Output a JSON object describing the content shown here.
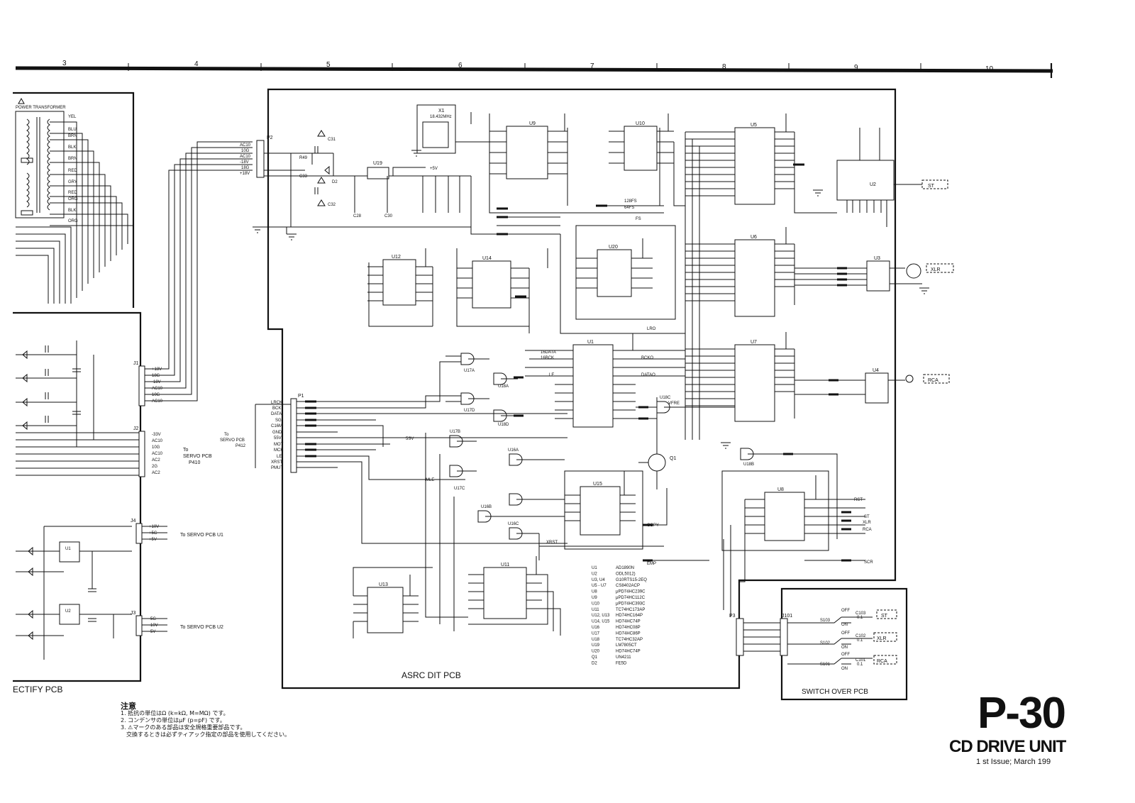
{
  "grid": {
    "columns": [
      "3",
      "4",
      "5",
      "6",
      "7",
      "8",
      "9",
      "10"
    ]
  },
  "boards": {
    "rectify": "ECTIFY PCB",
    "asrc": "ASRC DIT PCB",
    "switch": "SWITCH OVER PCB"
  },
  "transformer": {
    "title": "POWER TRANSFORMER",
    "wires": [
      "YEL",
      "BLU",
      "BRN",
      "BLK",
      "BRN",
      "RED",
      "GRY",
      "RED",
      "ORG",
      "BLK",
      "ORG"
    ]
  },
  "connectors": {
    "J1": {
      "name": "J1",
      "pins": [
        "+18V",
        "18G",
        "-18V",
        "AC10",
        "10G",
        "AC10"
      ]
    },
    "J2": {
      "name": "J2",
      "pins": [
        "-33V",
        "AC10",
        "10G",
        "AC10",
        "AC2",
        "2G",
        "AC2"
      ],
      "target": [
        "To",
        "SERVO PCB",
        "P410"
      ]
    },
    "J4": {
      "name": "J4",
      "pins": [
        "+10V",
        "+5G",
        "+5V"
      ],
      "target": "To SERVO PCB U1"
    },
    "J3": {
      "name": "J3",
      "pins": [
        "-5G",
        "-10V",
        "-5V"
      ],
      "target": "To SERVO PCB U2"
    },
    "P2": {
      "name": "P2",
      "pins": [
        "AC10",
        "10G",
        "AC10",
        "-18V",
        "18G",
        "+18V"
      ]
    },
    "P1": {
      "name": "P1",
      "pins": [
        "LRCK",
        "BCK",
        "DATA",
        "SG",
        "C16M",
        "GND",
        "55V",
        "MOT",
        "MCK",
        "LE",
        "XRST",
        "PMUT"
      ],
      "target": [
        "To",
        "SERVO PCB",
        "P412"
      ]
    },
    "P3": {
      "name": "P3"
    },
    "J101": {
      "name": "J101"
    }
  },
  "outputs": [
    "ST",
    "XLR",
    "RCA"
  ],
  "switches": [
    {
      "ref": "S103",
      "off": "OFF",
      "on": "ON",
      "cap": "C103",
      "val": "0.1",
      "label": "ST"
    },
    {
      "ref": "S102",
      "off": "OFF",
      "on": "ON",
      "cap": "C102",
      "val": "0.1",
      "label": "XLR"
    },
    {
      "ref": "S101",
      "off": "OFF",
      "on": "ON",
      "cap": "C101",
      "val": "0.1",
      "label": "RCA"
    }
  ],
  "parts_list": [
    {
      "ref": "U1",
      "part": "AD1890N"
    },
    {
      "ref": "U2",
      "part": "ODL5012)"
    },
    {
      "ref": "U3, U4",
      "part": "G10RTS15-2EQ"
    },
    {
      "ref": "U5 - U7",
      "part": "CS8402ACP"
    },
    {
      "ref": "U8",
      "part": "μPD74HC239C"
    },
    {
      "ref": "U9",
      "part": "μPD74HC112C"
    },
    {
      "ref": "U10",
      "part": "μPD74HC393C"
    },
    {
      "ref": "U11",
      "part": "TC74HC173AP"
    },
    {
      "ref": "U12, U13",
      "part": "HD74HC164P"
    },
    {
      "ref": "U14, U15",
      "part": "HD74HC74P"
    },
    {
      "ref": "U16",
      "part": "HD74HC08P"
    },
    {
      "ref": "U17",
      "part": "HD74HC86P"
    },
    {
      "ref": "U18",
      "part": "TC74HC32AP"
    },
    {
      "ref": "U19",
      "part": "LM7805CT"
    },
    {
      "ref": "U20",
      "part": "HD74HC74P"
    },
    {
      "ref": "Q1",
      "part": "UN4211"
    },
    {
      "ref": "D2",
      "part": "FE5D"
    }
  ],
  "chips": {
    "U1": "U1",
    "U2": "U2",
    "U3": "U3",
    "U4": "U4",
    "U5": "U5",
    "U6": "U6",
    "U7": "U7",
    "U8": "U8",
    "U9": "U9",
    "U10": "U10",
    "U11": "U11",
    "U12": "U12",
    "U13": "U13",
    "U14": "U14",
    "U15": "U15",
    "U19": "U19",
    "U20": "U20",
    "X1": "X1",
    "Q1": "Q1"
  },
  "crystal": "18.432MHz",
  "notes": {
    "heading": "注意",
    "lines": [
      "1. 抵抗の単位はΩ (k=kΩ, M=MΩ) です。",
      "2. コンデンサの単位はμF (p=pF) です。",
      "3. ⚠マークのある部品は安全規格重要部品です。",
      "　交換するときは必ずティアック指定の部品を使用してください。"
    ]
  },
  "title_block": {
    "model": "P-30",
    "unit": "CD DRIVE UNIT",
    "issue": "1 st Issue; March 199"
  },
  "signals": [
    "LRCK",
    "BCK",
    "DATA",
    "LE",
    "MLE",
    "XRST",
    "COPY",
    "EMP",
    "LRO",
    "BCKO",
    "DATAO",
    "VFRE",
    "SCR",
    "RST",
    "ST",
    "XLR",
    "RCA",
    "FS",
    "64FS",
    "128FS",
    "16BCK",
    "16DATA",
    "C16M"
  ],
  "power": [
    "+5V",
    "5SV"
  ]
}
